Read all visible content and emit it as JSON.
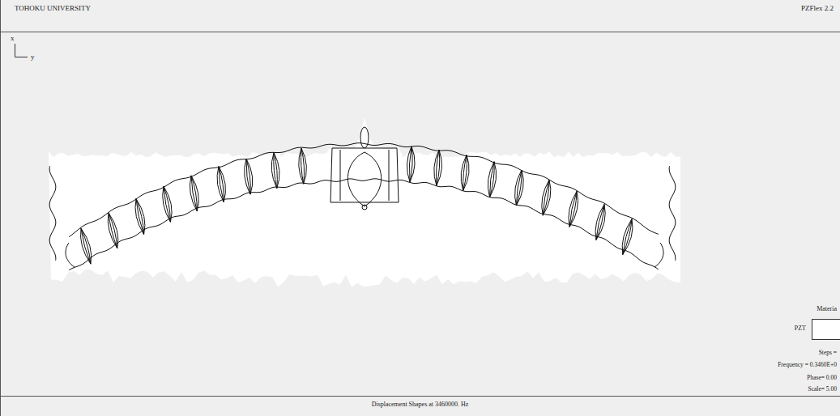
{
  "diagram": {
    "caption": "Displacement Shapes at 3460000. Hz",
    "labels": [
      "TOHOKU UNIVERSITY",
      "PZFlex 2.2",
      "x",
      "y",
      "Materia",
      "Steps =",
      "Frequency = 0.3460E+0",
      "Phase= 0.00",
      "Scale= 5.00"
    ],
    "legend": [
      {
        "text": "PZT",
        "color": "#ffffff"
      }
    ]
  }
}
